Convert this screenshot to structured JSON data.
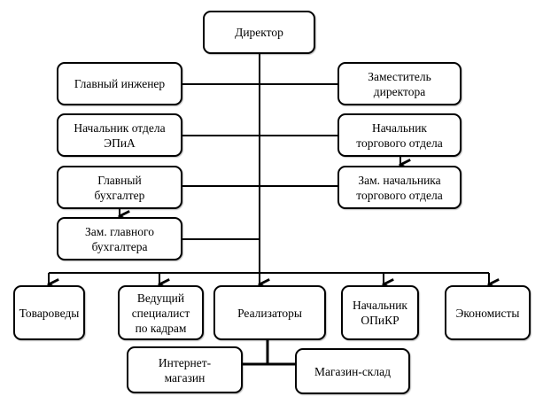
{
  "diagram": {
    "type": "org-chart",
    "nodes": {
      "director": "Директор",
      "chief_engineer": "Главный инженер",
      "deputy_director": "Заместитель\nдиректора",
      "head_epia": "Начальник отдела\nЭПиА",
      "head_trade": "Начальник\nторгового отдела",
      "chief_accountant": "Главный\nбухгалтер",
      "deputy_head_trade": "Зам. начальника\nторгового отдела",
      "deputy_chief_accountant": "Зам. главного\nбухгалтера",
      "merchandisers": "Товароведы",
      "hr_specialist": "Ведущий\nспециалист\nпо кадрам",
      "sellers": "Реализаторы",
      "head_opikr": "Начальник\nОПиКР",
      "economists": "Экономисты",
      "online_store": "Интернет-\nмагазин",
      "warehouse_store": "Магазин-склад"
    },
    "edges": [
      [
        "director",
        "chief_engineer"
      ],
      [
        "director",
        "deputy_director"
      ],
      [
        "director",
        "head_epia"
      ],
      [
        "director",
        "head_trade"
      ],
      [
        "director",
        "chief_accountant"
      ],
      [
        "director",
        "deputy_head_trade"
      ],
      [
        "director",
        "deputy_chief_accountant"
      ],
      [
        "head_trade",
        "deputy_head_trade"
      ],
      [
        "chief_accountant",
        "deputy_chief_accountant"
      ],
      [
        "director",
        "merchandisers"
      ],
      [
        "director",
        "hr_specialist"
      ],
      [
        "director",
        "sellers"
      ],
      [
        "director",
        "head_opikr"
      ],
      [
        "director",
        "economists"
      ],
      [
        "sellers",
        "online_store"
      ],
      [
        "sellers",
        "warehouse_store"
      ]
    ]
  }
}
